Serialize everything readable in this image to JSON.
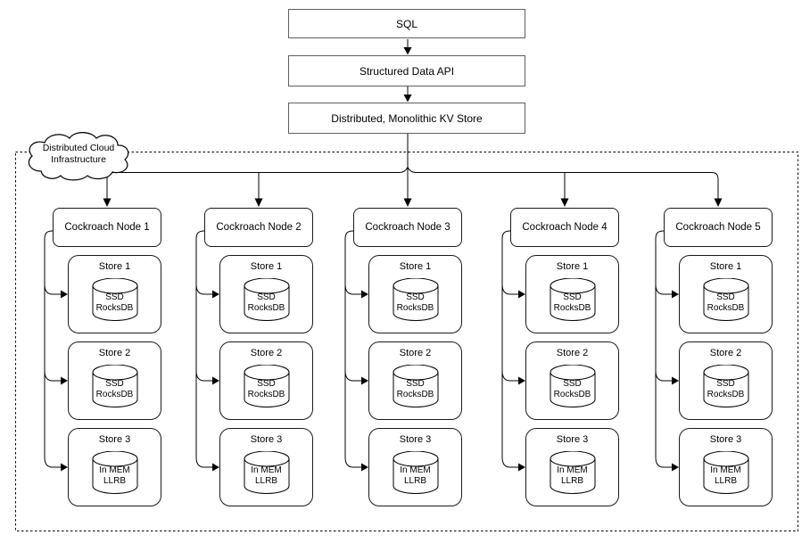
{
  "top": {
    "sql": "SQL",
    "api": "Structured Data API",
    "kv": "Distributed, Monolithic KV Store"
  },
  "cloud": {
    "line1": "Distributed Cloud",
    "line2": "Infrastructure"
  },
  "nodes": [
    {
      "label": "Cockroach Node 1",
      "stores": [
        {
          "label": "Store 1",
          "db": [
            "SSD",
            "RocksDB"
          ]
        },
        {
          "label": "Store 2",
          "db": [
            "SSD",
            "RocksDB"
          ]
        },
        {
          "label": "Store 3",
          "db": [
            "In MEM",
            "LLRB"
          ]
        }
      ]
    },
    {
      "label": "Cockroach Node 2",
      "stores": [
        {
          "label": "Store 1",
          "db": [
            "SSD",
            "RocksDB"
          ]
        },
        {
          "label": "Store 2",
          "db": [
            "SSD",
            "RocksDB"
          ]
        },
        {
          "label": "Store 3",
          "db": [
            "In MEM",
            "LLRB"
          ]
        }
      ]
    },
    {
      "label": "Cockroach Node 3",
      "stores": [
        {
          "label": "Store 1",
          "db": [
            "SSD",
            "RocksDB"
          ]
        },
        {
          "label": "Store 2",
          "db": [
            "SSD",
            "RocksDB"
          ]
        },
        {
          "label": "Store 3",
          "db": [
            "In MEM",
            "LLRB"
          ]
        }
      ]
    },
    {
      "label": "Cockroach Node 4",
      "stores": [
        {
          "label": "Store 1",
          "db": [
            "SSD",
            "RocksDB"
          ]
        },
        {
          "label": "Store 2",
          "db": [
            "SSD",
            "RocksDB"
          ]
        },
        {
          "label": "Store 3",
          "db": [
            "In MEM",
            "LLRB"
          ]
        }
      ]
    },
    {
      "label": "Cockroach Node 5",
      "stores": [
        {
          "label": "Store 1",
          "db": [
            "SSD",
            "RocksDB"
          ]
        },
        {
          "label": "Store 2",
          "db": [
            "SSD",
            "RocksDB"
          ]
        },
        {
          "label": "Store 3",
          "db": [
            "In MEM",
            "LLRB"
          ]
        }
      ]
    }
  ],
  "colors": {
    "stroke": "#000000",
    "top_box_stroke": "#5f5f5f",
    "background": "#ffffff"
  }
}
